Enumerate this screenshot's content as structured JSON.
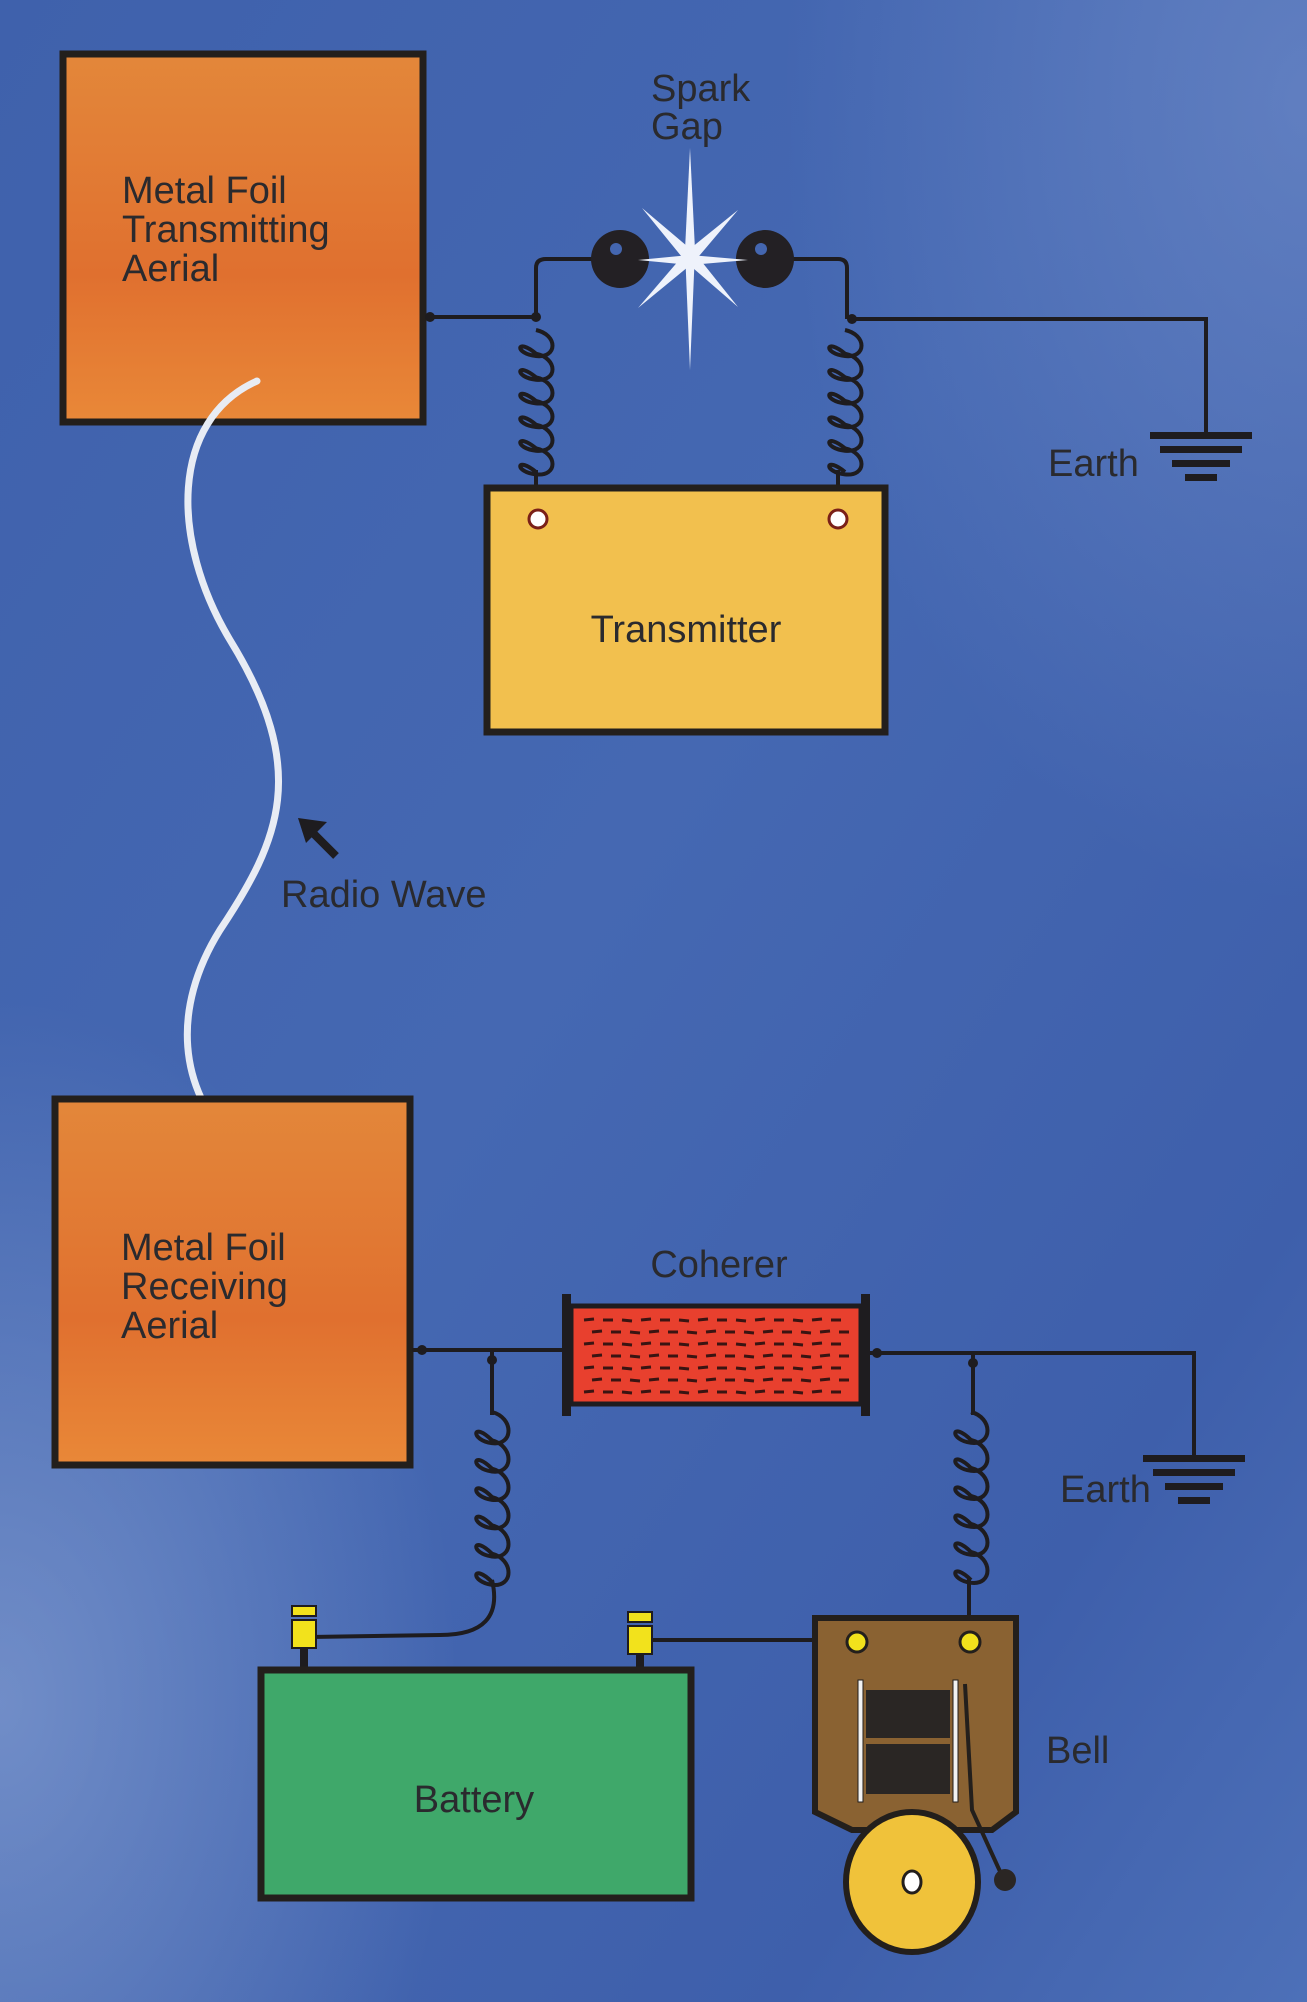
{
  "labels": {
    "transmitting_aerial": [
      "Metal Foil",
      "Transmitting",
      "Aerial"
    ],
    "spark_gap": [
      "Spark",
      "Gap"
    ],
    "earth_top": "Earth",
    "transmitter": "Transmitter",
    "radio_wave": "Radio Wave",
    "receiving_aerial": [
      "Metal Foil",
      "Receiving",
      "Aerial"
    ],
    "coherer": "Coherer",
    "earth_bottom": "Earth",
    "battery": "Battery",
    "bell": "Bell"
  },
  "colors": {
    "background": "#4466b0",
    "aerial": "#e07a34",
    "transmitter": "#f2c04e",
    "coherer": "#e8402e",
    "battery": "#3fa86a",
    "bell_box": "#8a6232",
    "bell_gong": "#f0c23a",
    "terminal": "#f2e21c"
  }
}
